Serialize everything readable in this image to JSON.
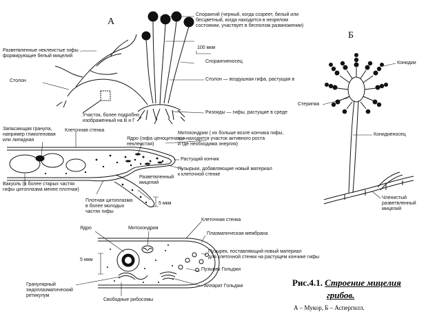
{
  "panels": {
    "a": "А",
    "b": "Б"
  },
  "labels": {
    "sporangium": "Спорангий (черный, когда созреет, белый или\nбесцветный, когда находится в незрелом\nсостоянии,  участвует в бесполом размножении)",
    "scale100": "100 мкм",
    "sporangiophore": "Спорангиеносец",
    "stolon_right": "Столон — воздушная гифа, растущая в",
    "rhizoids": "Ризоиды — гифы, растущие в  среде",
    "hyphae": "Разветвленные неклеистые гифы ,\nформирующие белый мицелий",
    "stolon_left": "Столон",
    "area": "Участок, более подробно\nизображенный на В и Г",
    "storage": "Запасающая гранула,\nнапример гликогеновая\nили липидная",
    "cell_wall_1": "Клеточная стенка",
    "nucleus_1": "Ядро (гифа ценоцитная —\n  неклеистая)",
    "mitochondria_1": "Митохондрии ( их больше возле кончика гифы,\nгде находится участок активного роста\nи где  необходима энергия)",
    "growing_tip": "Растущий кончик",
    "vesicles_1": "Пузырьки, добавляющие новый материал\nк  клеточной стенке",
    "branched": "Разветвленный\nмицелий",
    "vacuole": "Вакуоль  (в более старых частях\nгифы цитоплазма менее плотная)",
    "dense": "Плотная цитоплазма\nв более молодых\nчастях гифы",
    "scale5_top": "5 мкм",
    "conidia": "Конидии",
    "sterigma": "Стеригма",
    "conidiophore": "Конидиеносец",
    "septate": "Членистый\nразветвленный\nмицелий",
    "nucleus_2": "Ядро",
    "mitochondria_2": "Митохондрия",
    "cell_wall_2": "Клеточная стенка",
    "plasma_membrane": "Плазматическая мембрана",
    "vesicle_2": "Пузырек, поставляющий новый материал\nдля клеточной стенки на растущем кончике гифы",
    "golgi_vesicles": "Пузырек Гольджи",
    "golgi": "Аппарат Гольджи",
    "scale5_bottom": "5 мкм",
    "er": "Гранулярный\nэндоплазматический\nретикулум",
    "ribosomes": "Свободные рибосомы"
  },
  "caption": {
    "title_number": "Рис.4.1.",
    "title_text": "Строение мицелия",
    "title_cont": "грибов.",
    "legend": "А – Мукор, Б – Аспергилл."
  }
}
